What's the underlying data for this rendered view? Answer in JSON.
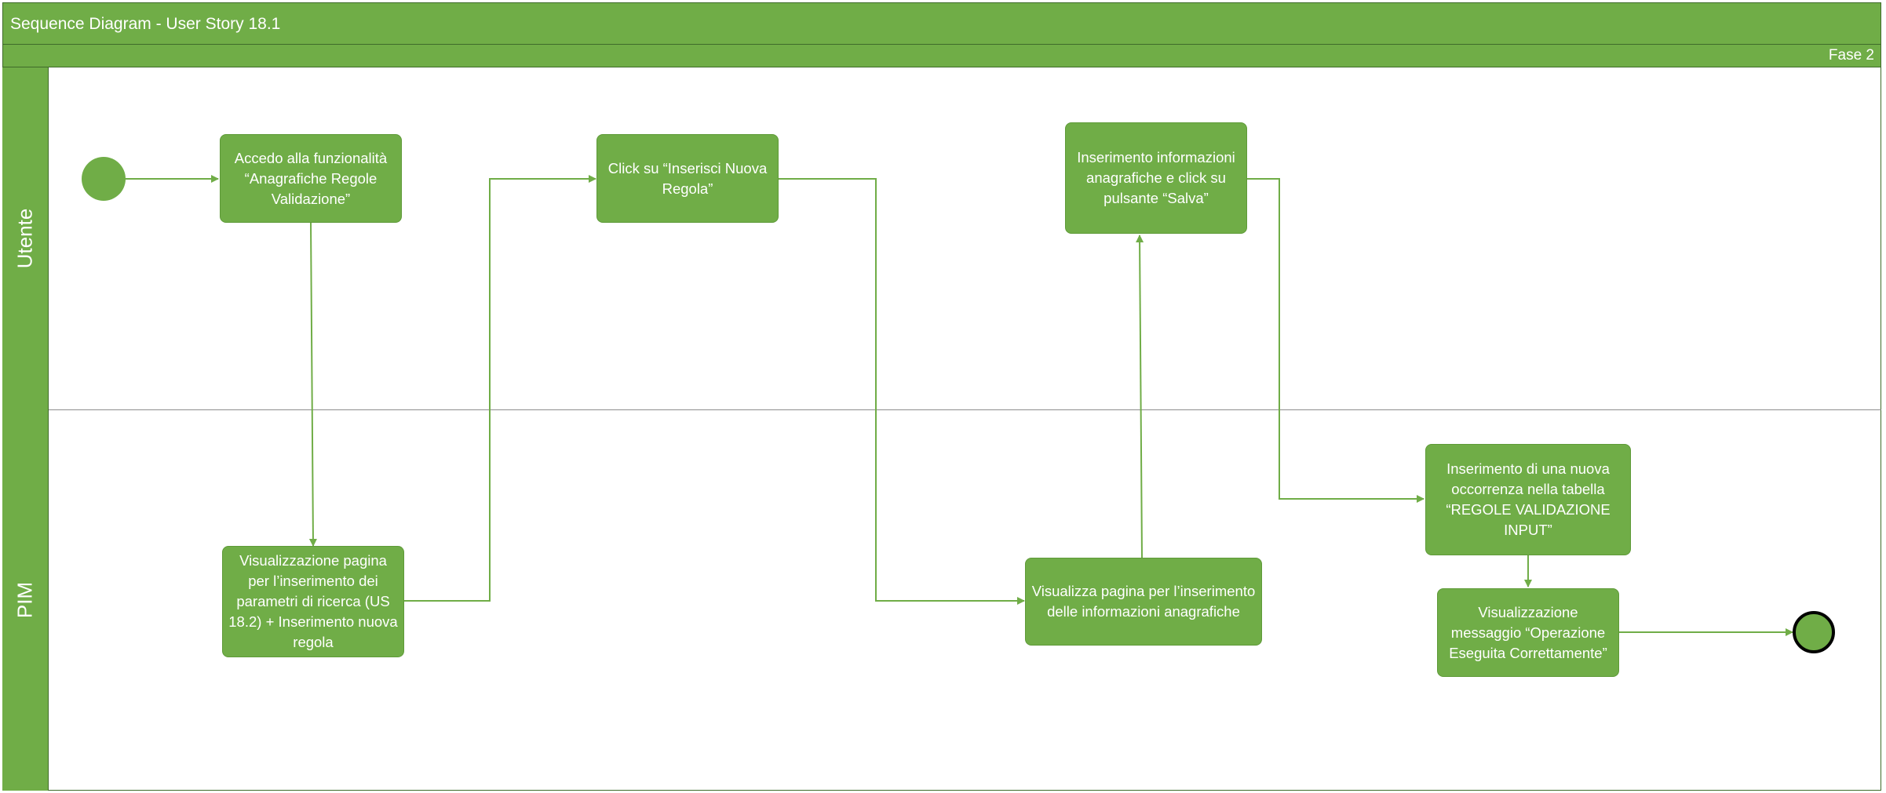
{
  "title": "Sequence Diagram - User Story 18.1",
  "phase": "Fase 2",
  "lanes": {
    "utente": "Utente",
    "pim": "PIM"
  },
  "nodes": {
    "accedo": "Accedo alla funzionalità “Anagrafiche Regole Validazione”",
    "visualizzazione_pagina": "Visualizzazione pagina per l’inserimento dei parametri di ricerca (US 18.2) + Inserimento nuova regola",
    "click_inserisci": "Click su “Inserisci Nuova Regola”",
    "visualizza_pagina": "Visualizza pagina per l’inserimento delle informazioni anagrafiche",
    "inserimento_info": "Inserimento informazioni anagrafiche e click su pulsante “Salva”",
    "inserimento_occorrenza": "Inserimento di una nuova occorrenza nella tabella “REGOLE VALIDAZIONE INPUT”",
    "visualizzazione_messaggio": "Visualizzazione messaggio “Operazione Eseguita Correttamente”"
  },
  "colors": {
    "fill": "#70ad47",
    "border": "#3f6b2a",
    "text": "#ffffff",
    "end_ring": "#000000"
  }
}
